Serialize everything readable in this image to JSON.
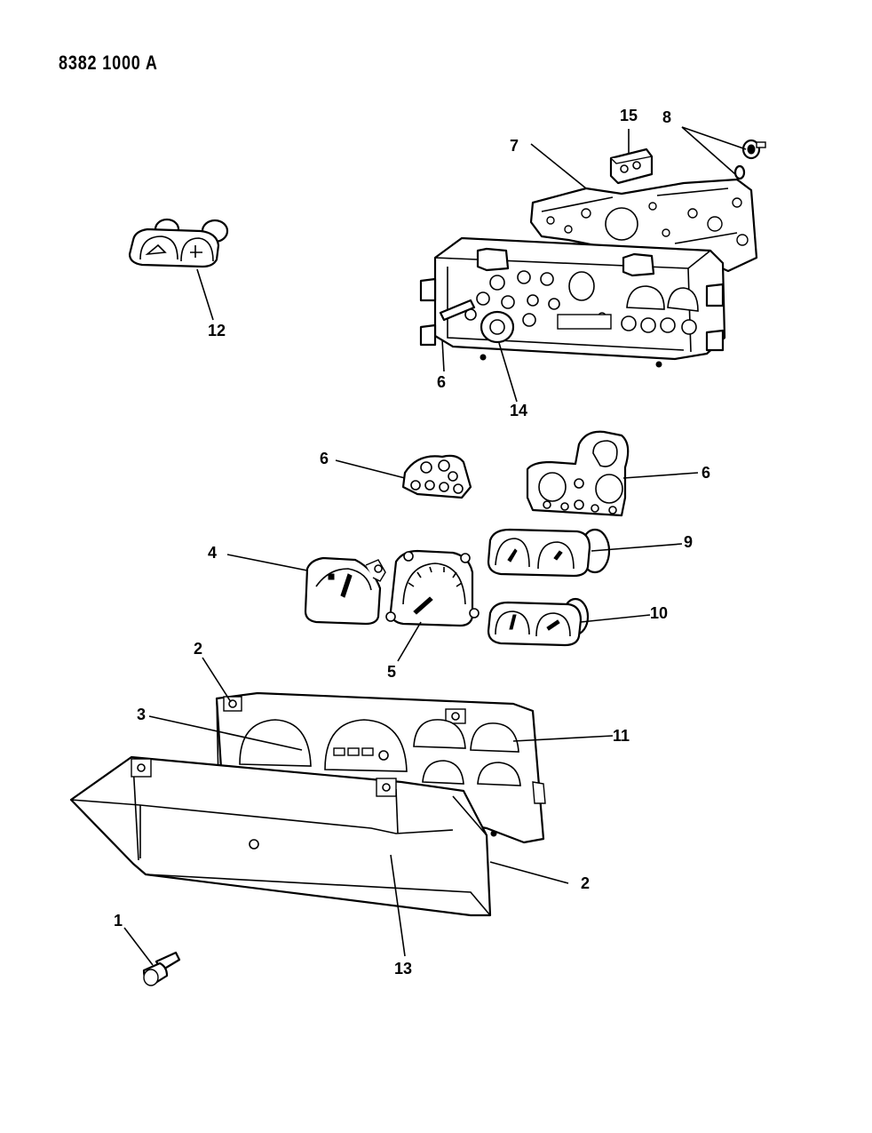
{
  "reference_code": "8382 1000 A",
  "callouts": {
    "c1": "1",
    "c2a": "2",
    "c2b": "2",
    "c3": "3",
    "c4": "4",
    "c5": "5",
    "c6a": "6",
    "c6b": "6",
    "c6c": "6",
    "c7": "7",
    "c8": "8",
    "c9": "9",
    "c10": "10",
    "c11": "11",
    "c12": "12",
    "c13": "13",
    "c14": "14",
    "c15": "15"
  },
  "parts": [
    {
      "ref": "1",
      "icon": "knob-icon"
    },
    {
      "ref": "2",
      "icon": "cluster-bezel-icon"
    },
    {
      "ref": "3",
      "icon": "gauge-lens-icon"
    },
    {
      "ref": "4",
      "icon": "fuel-gauge-icon"
    },
    {
      "ref": "5",
      "icon": "speedometer-icon"
    },
    {
      "ref": "6",
      "icon": "gauge-mask-icon"
    },
    {
      "ref": "7",
      "icon": "circuit-board-icon"
    },
    {
      "ref": "8",
      "icon": "bulb-socket-icon"
    },
    {
      "ref": "9",
      "icon": "dual-gauge-icon"
    },
    {
      "ref": "10",
      "icon": "dual-gauge-icon"
    },
    {
      "ref": "11",
      "icon": "cluster-mask-icon"
    },
    {
      "ref": "12",
      "icon": "oil-temp-gauge-icon"
    },
    {
      "ref": "13",
      "icon": "cluster-hood-icon"
    },
    {
      "ref": "14",
      "icon": "grommet-icon"
    },
    {
      "ref": "15",
      "icon": "connector-icon"
    }
  ]
}
